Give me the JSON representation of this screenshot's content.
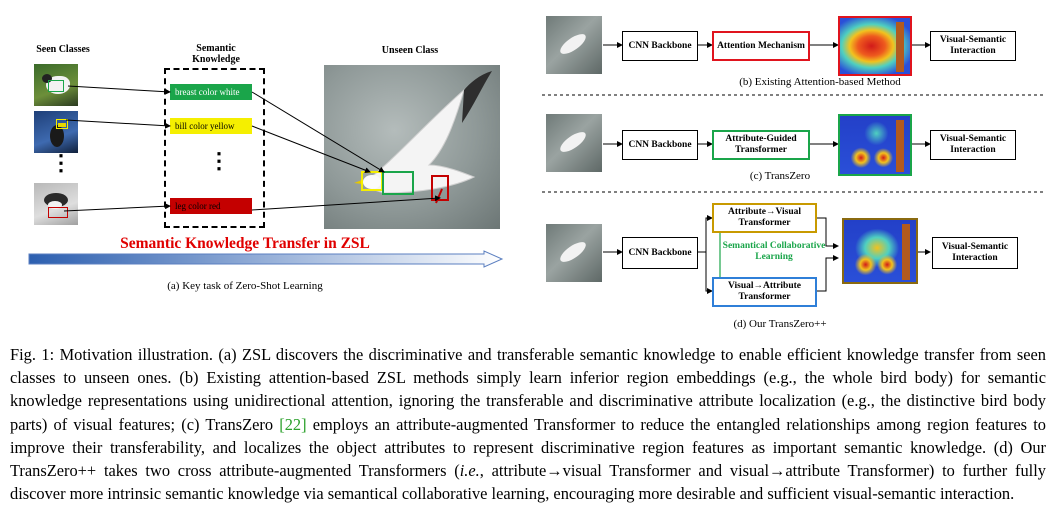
{
  "panel_a": {
    "seen_classes_label": "Seen Classes",
    "semantic_knowledge_label": "Semantic Knowledge",
    "unseen_class_label": "Unseen Class",
    "attributes": [
      {
        "text": "breast color white",
        "color": "#1aa54a"
      },
      {
        "text": "bill color yellow",
        "color": "#f5ef00"
      },
      {
        "text": "leg color red",
        "color": "#c40000"
      }
    ],
    "ellipsis": "⋮",
    "transfer_title": "Semantic Knowledge Transfer in ZSL",
    "transfer_color": "#e00000",
    "caption": "(a)  Key task of Zero-Shot Learning"
  },
  "panel_b": {
    "cnn": "CNN Backbone",
    "attention": "Attention Mechanism",
    "interaction": "Visual-Semantic Interaction",
    "caption": "(b)  Existing Attention-based Method",
    "accent": "#e0141e"
  },
  "panel_c": {
    "cnn": "CNN Backbone",
    "transformer": "Attribute-Guided Transformer",
    "interaction": "Visual-Semantic Interaction",
    "caption": "(c)  TransZero",
    "accent": "#1aa54a"
  },
  "panel_d": {
    "cnn": "CNN Backbone",
    "a2v": "Attribute→Visual Transformer",
    "v2a": "Visual→Attribute Transformer",
    "collab": "Semantical Collaborative Learning",
    "interaction": "Visual-Semantic Interaction",
    "caption": "(d)  Our TransZero++",
    "a2v_color": "#c89a00",
    "v2a_color": "#2f7fd8",
    "collab_color": "#1aa54a",
    "map_color": "#8a6a10"
  },
  "figure_caption": {
    "label": "Fig. 1:",
    "p1": "Motivation illustration. (a) ZSL discovers the discriminative and transferable semantic knowledge to enable efficient knowledge transfer from seen classes to unseen ones. (b) Existing attention-based ZSL methods simply learn inferior region embeddings (e.g., the whole bird body) for semantic knowledge representations using unidirectional attention, ignoring the transferable and discriminative attribute localization (e.g., the distinctive bird body parts) of visual features; (c) TransZero ",
    "ref": "[22]",
    "p2": " employs an attribute-augmented Transformer to reduce the entangled relationships among region features to improve their transferability, and localizes the object attributes to represent discriminative region features as important semantic knowledge. (d) Our TransZero++ takes two cross attribute-augmented Transformers (",
    "ie": "i.e.",
    "p3": ", attribute→visual Transformer and visual→attribute Transformer) to further fully discover more intrinsic semantic knowledge via semantical collaborative learning, encouraging more desirable and sufficient visual-semantic interaction."
  }
}
